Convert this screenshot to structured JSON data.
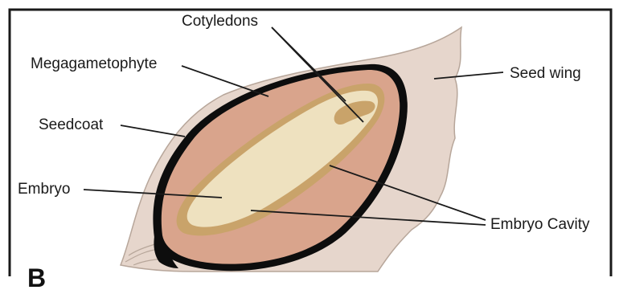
{
  "panel_letter": "B",
  "labels": {
    "cotyledons": "Cotyledons",
    "megagametophyte": "Megagametophyte",
    "seed_wing": "Seed wing",
    "seedcoat": "Seedcoat",
    "embryo": "Embryo",
    "embryo_cavity": "Embryo Cavity"
  },
  "colors": {
    "border": "#1a1a1a",
    "seed_wing": "#e6d6cc",
    "seedcoat": "#0d0d0d",
    "megagametophyte": "#d9a48c",
    "embryo_cavity": "#c9a36a",
    "embryo": "#eee1bf",
    "cotyledon": "#c9a36a"
  }
}
